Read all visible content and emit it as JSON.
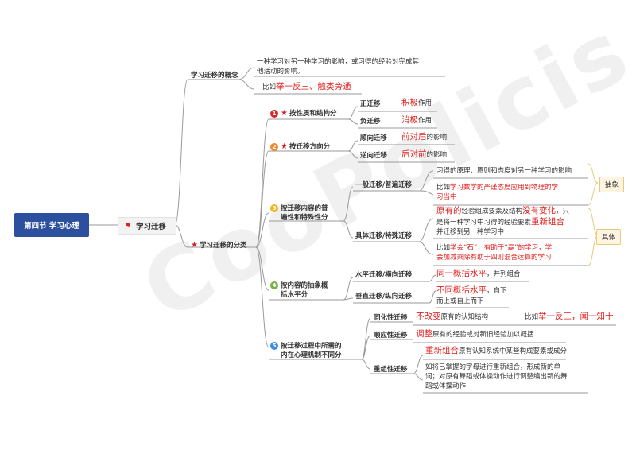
{
  "root": "第四节 学习心理",
  "branch": "学习迁移",
  "concept": {
    "label": "学习迁移的概念",
    "def_line1": "一种学习对另一种学习的影响，或习得的经验对完成其",
    "def_line2": "他活动的影响。",
    "example_prefix": "比如",
    "example": "举一反三、触类旁通"
  },
  "classification": {
    "label": "学习迁移的分类",
    "c1": {
      "num": "1",
      "label": "按性质和结构分",
      "pos": {
        "label": "正迁移",
        "key": "积极",
        "suffix": "作用"
      },
      "neg": {
        "label": "负迁移",
        "key": "消极",
        "suffix": "作用"
      }
    },
    "c2": {
      "num": "2",
      "label": "按迁移方向分",
      "forward": {
        "label": "顺向迁移",
        "key": "前对后",
        "suffix": "的影响"
      },
      "backward": {
        "label": "逆向迁移",
        "key": "后对前",
        "suffix": "的影响"
      }
    },
    "c3": {
      "num": "3",
      "label_line1": "按迁移内容的普",
      "label_line2": "遍性和特殊性分",
      "general": {
        "label": "一般迁移/普遍迁移",
        "desc": "习得的原理、原则和态度对另一种学习的影响",
        "ex_prefix": "比如",
        "ex_line1": "学习数学的严谨态度应用到物理的学",
        "ex_line2": "习当中",
        "tag": "抽象"
      },
      "specific": {
        "label": "具体迁移/特殊迁移",
        "d_key1": "原有的",
        "d_mid": "经验组成要素及结构",
        "d_key2": "没有变化",
        "d_end": "，只",
        "d_line2": "是将一种学习中习得的经验要素",
        "d_key3": "重新组合",
        "d_line3": "并迁移到另一种学习中",
        "ex_line1_prefix": "比如",
        "ex_line1": "学会“石”，有助于“磊”的学习，学",
        "ex_line2": "会加减乘除有助于四则混合运算的学习",
        "tag": "具体"
      }
    },
    "c4": {
      "num": "4",
      "label_line1": "按内容的抽象概",
      "label_line2": "括水平分",
      "horizontal": {
        "label": "水平迁移/横向迁移",
        "key": "同一概括水平",
        "suffix": "，并列组合"
      },
      "vertical": {
        "label": "垂直迁移/纵向迁移",
        "key": "不同概括水平",
        "suffix": "，自下",
        "line2": "而上或自上而下"
      }
    },
    "c5": {
      "num": "5",
      "label_line1": "按迁移过程中所需的",
      "label_line2": "内在心理机制不同分",
      "assim": {
        "label": "同化性迁移",
        "key": "不改变",
        "suffix": "原有的认知结构",
        "ex_prefix": "比如",
        "ex": "举一反三，闻一知十"
      },
      "accom": {
        "label": "顺应性迁移",
        "key": "调整",
        "suffix": "原有的经验或对新旧经验加以概括"
      },
      "recomb": {
        "label": "重组性迁移",
        "key": "重新组合",
        "suffix": "原有认知系统中某些构成要素或成分",
        "ex_line1": "如将已掌握的字母进行重新组合，形成新的单",
        "ex_line2": "词；对原有舞蹈或体操动作进行调整编出新的舞",
        "ex_line3": "蹈或体操动作"
      }
    }
  },
  "watermark": "CooPolicis",
  "colors": {
    "root": "#2c4f9e",
    "branch_line": "#9a9a9a",
    "accent": "#e0201d",
    "num1": "#d8262a",
    "num2": "#ef8b2c",
    "num3": "#f0b41c",
    "num4": "#7ab04a",
    "num5": "#3e8de0",
    "tag_border": "#e9c97d"
  }
}
